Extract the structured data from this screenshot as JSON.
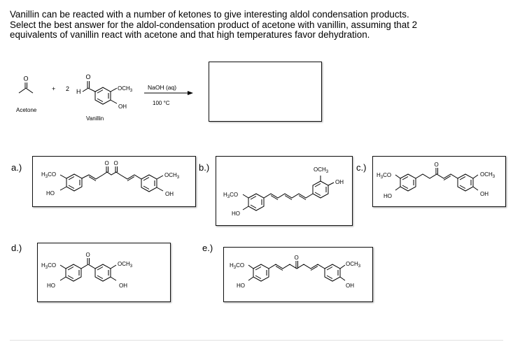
{
  "question": {
    "line1": "Vanillin can be reacted with a number of ketones to give interesting aldol condensation products.",
    "line2": "Select the best answer for the aldol-condensation product of acetone with vanillin, assuming that 2",
    "line3": "equivalents of vanillin react with acetone and that high temperatures favor dehydration."
  },
  "reaction": {
    "reactant1_name": "Acetone",
    "reactant2_name": "Vanillin",
    "plus": "+",
    "coefficient": "2",
    "reagent": "NaOH (aq)",
    "condition": "100 °C",
    "vanillin_h": "H",
    "o": "O",
    "och3": "OCH3",
    "oh": "OH"
  },
  "options": [
    {
      "label": "a.)"
    },
    {
      "label": "b.)"
    },
    {
      "label": "c.)"
    },
    {
      "label": "d.)"
    },
    {
      "label": "e.)"
    }
  ],
  "atoms": {
    "h3co": "H3CO",
    "ho": "HO",
    "och3": "OCH3",
    "oh": "OH"
  }
}
